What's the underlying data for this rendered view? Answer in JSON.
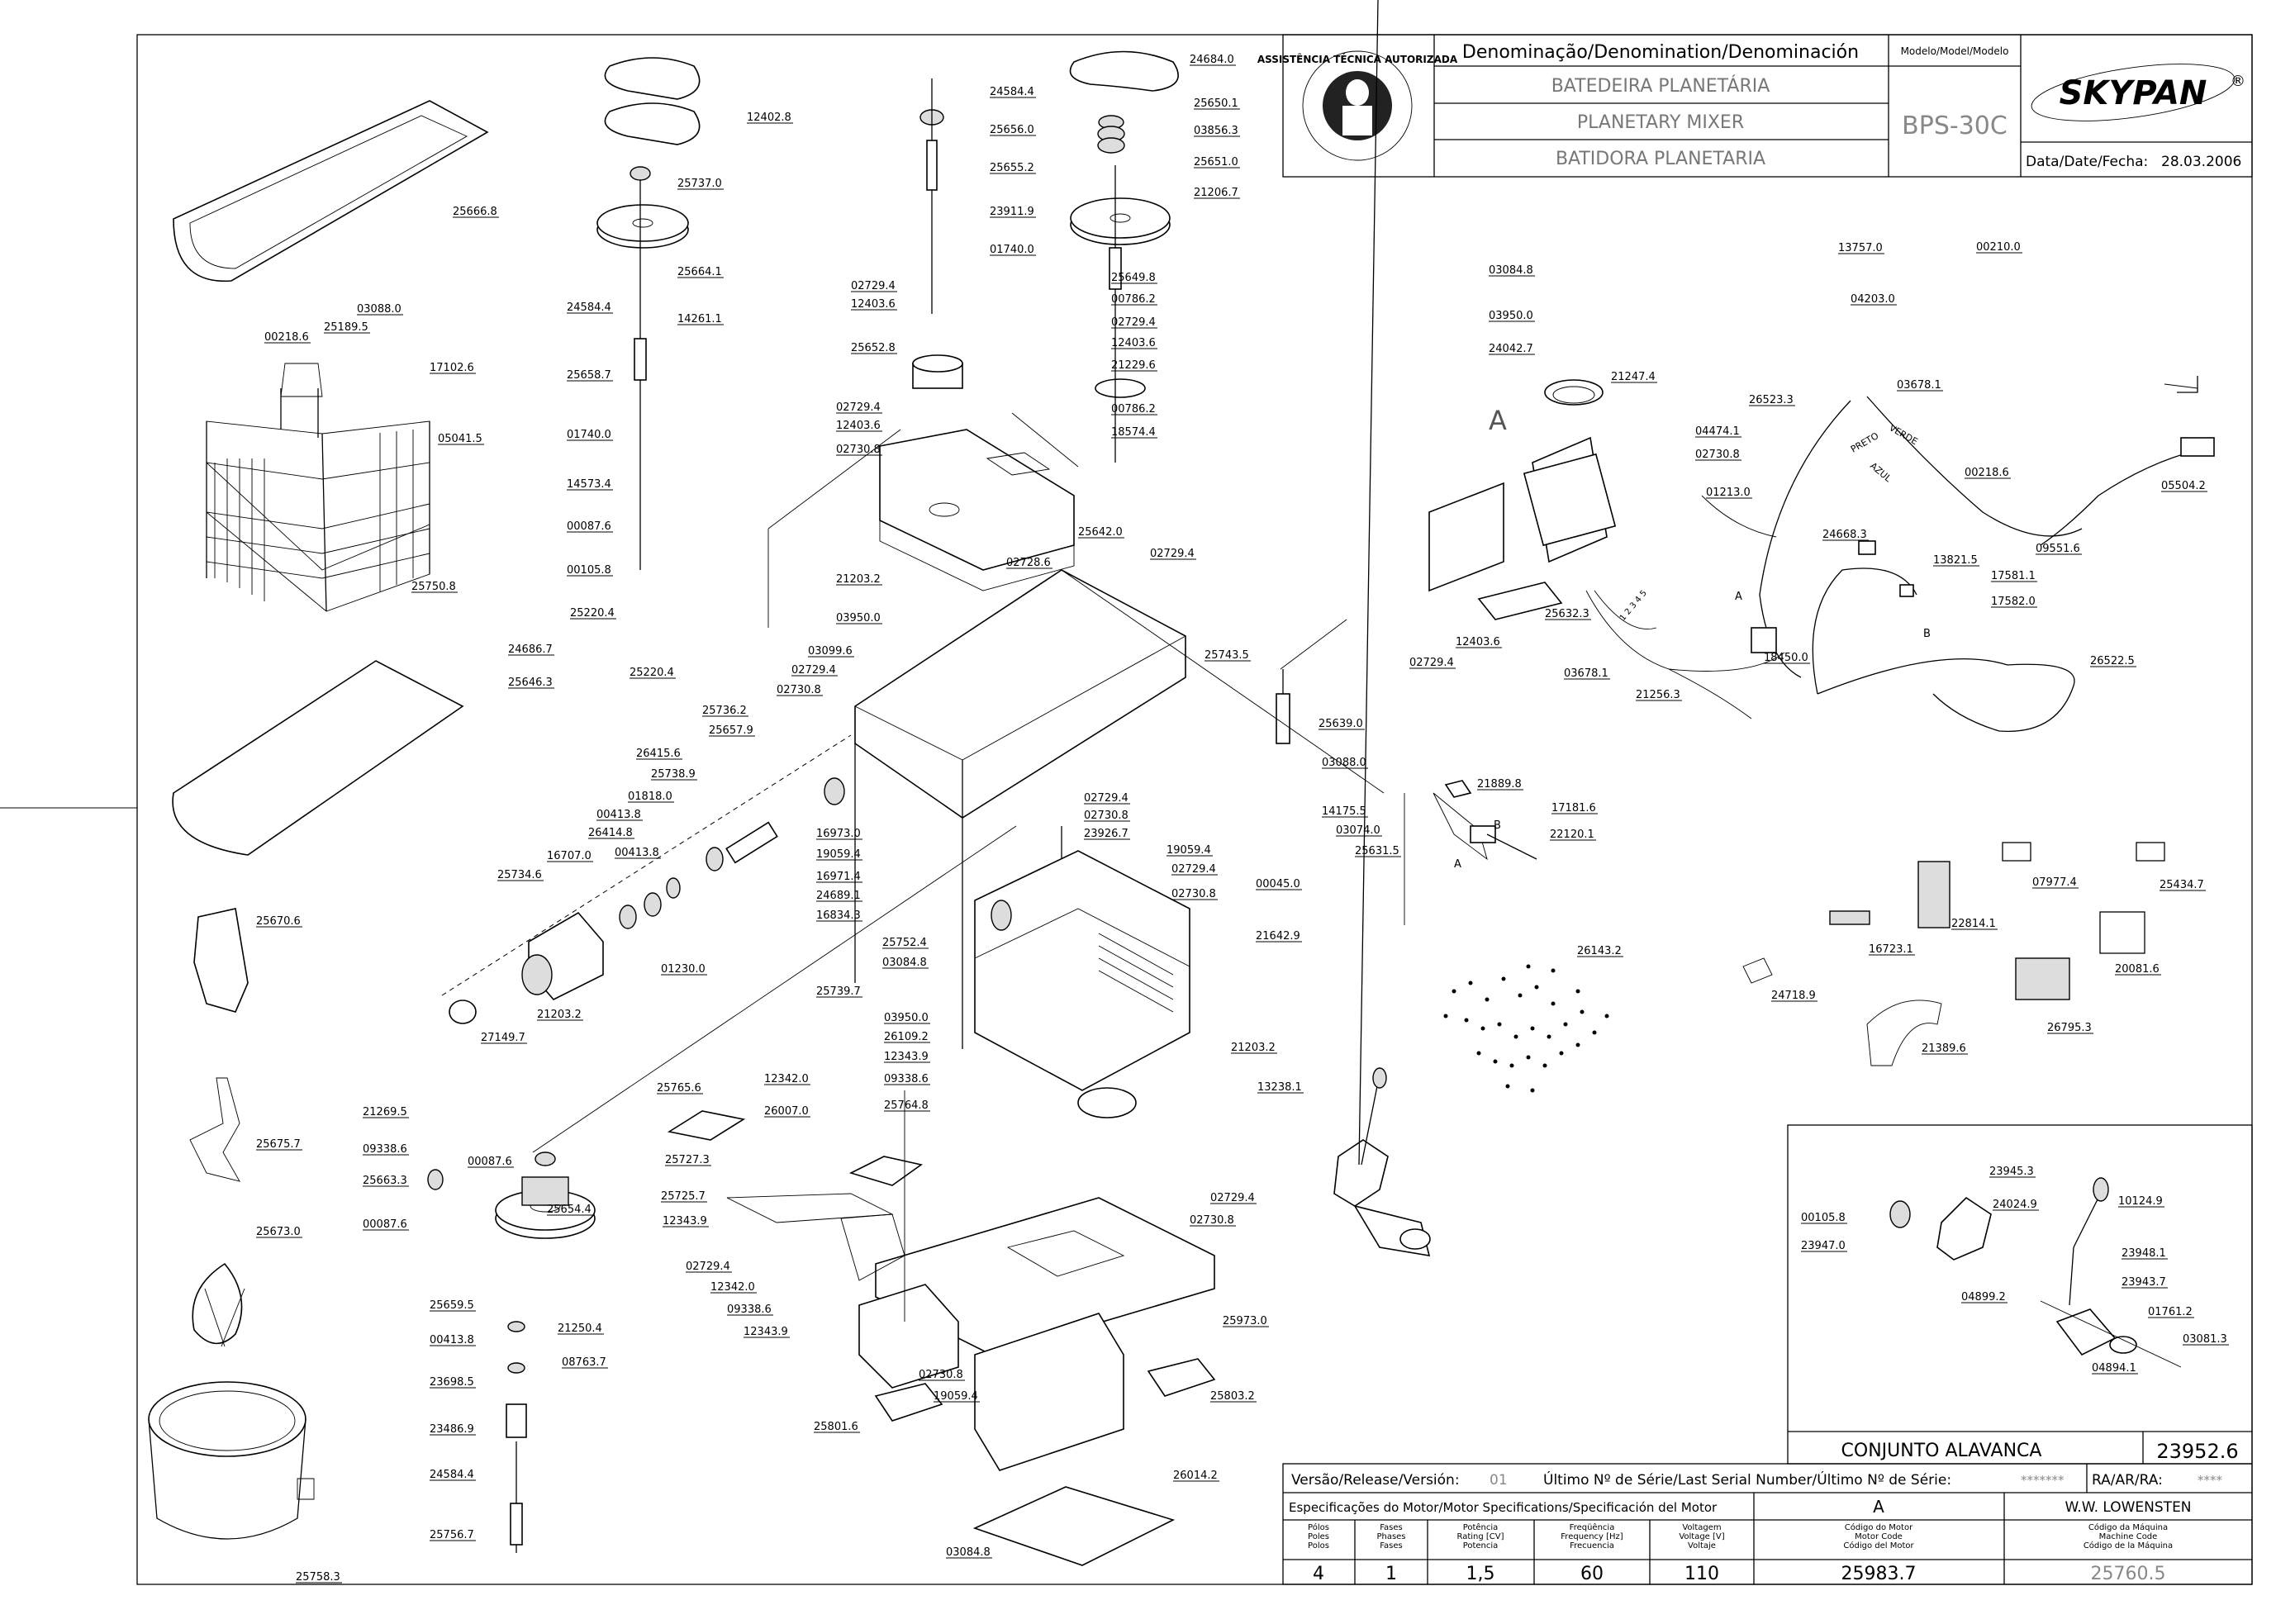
{
  "title_block": {
    "denomination_header": "Denominação/Denomination/Denominación",
    "model_header": "Modelo/Model/Modelo",
    "name_pt": "BATEDEIRA PLANETÁRIA",
    "name_en": "PLANETARY MIXER",
    "name_es": "BATIDORA PLANETARIA",
    "model": "BPS-30C",
    "brand": "SKYPAN",
    "registered": "®",
    "date_label": "Data/Date/Fecha:",
    "date_value": "28.03.2006",
    "seal_text": "ASSISTÊNCIA TÉCNICA AUTORIZADA"
  },
  "footer": {
    "release_label": "Versão/Release/Versión:",
    "release_value": "01",
    "serial_label": "Último Nº de Série/Last Serial Number/Último Nº de Série:",
    "serial_value": "*******",
    "ra_label": "RA/AR/RA:",
    "ra_value": "****",
    "motor_spec_label": "Especificações do Motor/Motor Specifications/Specificación del Motor",
    "motor_letter": "A",
    "manufacturer": "W.W. LOWENSTEN",
    "col_poles": "Pólos\nPoles\nPolos",
    "col_phases": "Fases\nPhases\nFases",
    "col_power": "Potência\nRating [CV]\nPotencia",
    "col_freq": "Freqüência\nFrequency [Hz]\nFrecuencia",
    "col_volt": "Voltagem\nVoltage [V]\nVoltaje",
    "col_motor_code": "Código do Motor\nMotor Code\nCódigo del Motor",
    "col_machine_code": "Código da Máquina\nMachine Code\nCódigo de la Máquina",
    "poles": "4",
    "phases": "1",
    "power": "1,5",
    "frequency": "60",
    "voltage": "110",
    "motor_code": "25983.7",
    "machine_code": "25760.5"
  },
  "lever_assembly": {
    "title": "CONJUNTO ALAVANCA",
    "code": "23952.6"
  },
  "wire_labels": {
    "preto": "PRETO",
    "verde": "VERDE",
    "azul": "AZUL",
    "motor_a": "A",
    "conn_a": "A",
    "conn_b": "B",
    "conn_b2": "B",
    "terminals": "1 2 3 4 5"
  },
  "part_numbers": [
    "12402.8",
    "25666.8",
    "25737.0",
    "25664.1",
    "24584.4",
    "14261.1",
    "25658.7",
    "01740.0",
    "14573.4",
    "00087.6",
    "00105.8",
    "00218.6",
    "25189.5",
    "03088.0",
    "17102.6",
    "05041.5",
    "25750.8",
    "24584.4",
    "25656.0",
    "25655.2",
    "23911.9",
    "01740.0",
    "02729.4",
    "12403.6",
    "25652.8",
    "02729.4",
    "12403.6",
    "02730.8",
    "25642.0",
    "02728.6",
    "02729.4",
    "21203.2",
    "03950.0",
    "03099.6",
    "02729.4",
    "02730.8",
    "25743.5",
    "24684.0",
    "25650.1",
    "03856.3",
    "25651.0",
    "21206.7",
    "25649.8",
    "00786.2",
    "02729.4",
    "12403.6",
    "21229.6",
    "00786.2",
    "18574.4",
    "25220.4",
    "25220.4",
    "24686.7",
    "25646.3",
    "25736.2",
    "25657.9",
    "26415.6",
    "25738.9",
    "01818.0",
    "00413.8",
    "26414.8",
    "00413.8",
    "16707.0",
    "25734.6",
    "01230.0",
    "21203.2",
    "27149.7",
    "16973.0",
    "19059.4",
    "16971.4",
    "24689.1",
    "16834.3",
    "02729.4",
    "02730.8",
    "23926.7",
    "19059.4",
    "02729.4",
    "02730.8",
    "00045.0",
    "21642.9",
    "25752.4",
    "03084.8",
    "25739.7",
    "03950.0",
    "26109.2",
    "12343.9",
    "09338.6",
    "21203.2",
    "13238.1",
    "25670.6",
    "25675.7",
    "25673.0",
    "25758.3",
    "21269.5",
    "09338.6",
    "25663.3",
    "00087.6",
    "00087.6",
    "25654.4",
    "25659.5",
    "21250.4",
    "00413.8",
    "08763.7",
    "23698.5",
    "23486.9",
    "24584.4",
    "25756.7",
    "25765.6",
    "12342.0",
    "26007.0",
    "25764.8",
    "25727.3",
    "25725.7",
    "12343.9",
    "02729.4",
    "12342.0",
    "09338.6",
    "12343.9",
    "02729.4",
    "02730.8",
    "25973.0",
    "02730.8",
    "19059.4",
    "25801.6",
    "25803.2",
    "26014.2",
    "03084.8",
    "03084.8",
    "03950.0",
    "24042.7",
    "21247.4",
    "04474.1",
    "02730.8",
    "25632.3",
    "12403.6",
    "02729.4",
    "13757.0",
    "00210.0",
    "04203.0",
    "26523.3",
    "03678.1",
    "00218.6",
    "05504.2",
    "01213.0",
    "09551.6",
    "24668.3",
    "13821.5",
    "17581.1",
    "17582.0",
    "26522.5",
    "18450.0",
    "03678.1",
    "21256.3",
    "25639.0",
    "03088.0",
    "21889.8",
    "14175.5",
    "17181.6",
    "03074.0",
    "22120.1",
    "25631.5",
    "26143.2",
    "22814.1",
    "07977.4",
    "25434.7",
    "16723.1",
    "20081.6",
    "24718.9",
    "26795.3",
    "21389.6",
    "23945.3",
    "10124.9",
    "00105.8",
    "24024.9",
    "23947.0",
    "23948.1",
    "23943.7",
    "04899.2",
    "01761.2",
    "03081.3",
    "04894.1"
  ]
}
